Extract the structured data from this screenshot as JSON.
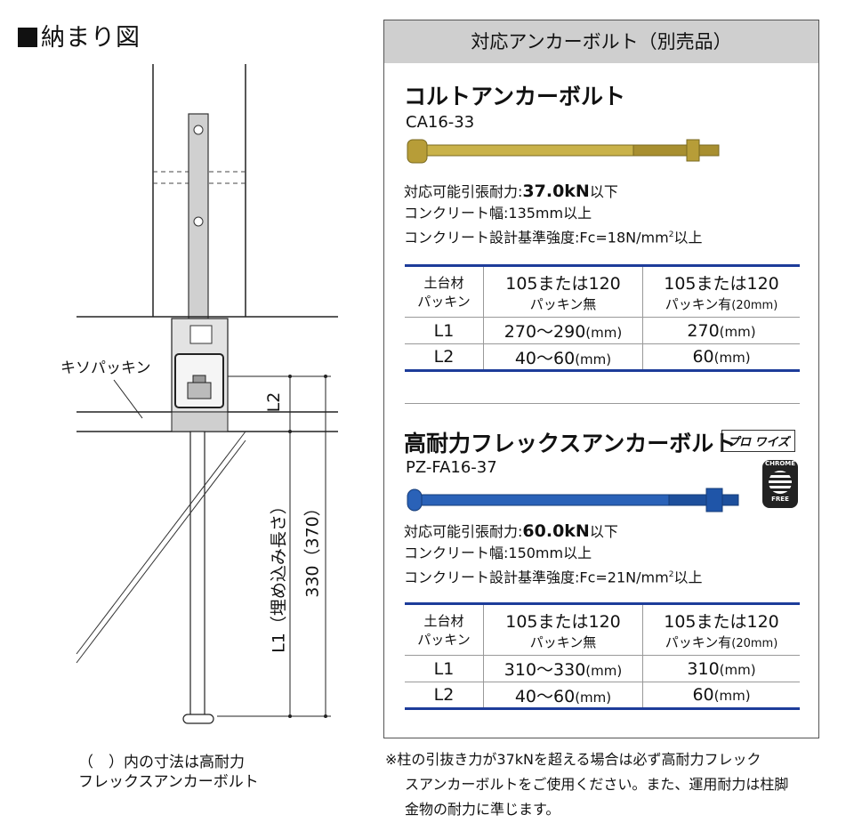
{
  "figure": {
    "title": "納まり図",
    "labels": {
      "packing": "キソパッキン",
      "l2": "L2",
      "l1": "L1（埋め込み長さ）",
      "total": "330（370）"
    },
    "note_line1": "（　）内の寸法は高耐力",
    "note_line2": "フレックスアンカーボルト"
  },
  "panel": {
    "header": "対応アンカーボルト（別売品）",
    "products": [
      {
        "name": "コルトアンカーボルト",
        "code": "CA16-33",
        "bolt_color": "#c9b24a",
        "strength_label": "対応可能引張耐力:",
        "strength_value": "37.0kN",
        "strength_suffix": "以下",
        "width_spec": "コンクリート幅:135mm以上",
        "design_prefix": "コンクリート設計基準強度:Fc=18N/mm",
        "design_sup": "2",
        "design_suffix": "以上",
        "table": {
          "head_c1_l1": "土台材",
          "head_c1_l2": "パッキン",
          "head_c2_l1": "105または120",
          "head_c2_l2": "パッキン無",
          "head_c3_l1": "105または120",
          "head_c3_l2": "パッキン有",
          "head_c3_l2_small": "(20mm)",
          "rows": [
            {
              "label": "L1",
              "c2": "270〜290",
              "c2_unit": "(mm)",
              "c3": "270",
              "c3_unit": "(mm)"
            },
            {
              "label": "L2",
              "c2": "40〜60",
              "c2_unit": "(mm)",
              "c3": "60",
              "c3_unit": "(mm)"
            }
          ]
        }
      },
      {
        "name": "高耐力フレックスアンカーボルト",
        "code": "PZ-FA16-37",
        "badge": "プロ ワイズ",
        "chrome_top": "CHROME",
        "chrome_bottom": "FREE",
        "bolt_color": "#2a62b8",
        "strength_label": "対応可能引張耐力:",
        "strength_value": "60.0kN",
        "strength_suffix": "以下",
        "width_spec": "コンクリート幅:150mm以上",
        "design_prefix": "コンクリート設計基準強度:Fc=21N/mm",
        "design_sup": "2",
        "design_suffix": "以上",
        "table": {
          "head_c1_l1": "土台材",
          "head_c1_l2": "パッキン",
          "head_c2_l1": "105または120",
          "head_c2_l2": "パッキン無",
          "head_c3_l1": "105または120",
          "head_c3_l2": "パッキン有",
          "head_c3_l2_small": "(20mm)",
          "rows": [
            {
              "label": "L1",
              "c2": "310〜330",
              "c2_unit": "(mm)",
              "c3": "310",
              "c3_unit": "(mm)"
            },
            {
              "label": "L2",
              "c2": "40〜60",
              "c2_unit": "(mm)",
              "c3": "60",
              "c3_unit": "(mm)"
            }
          ]
        }
      }
    ]
  },
  "footnote": {
    "line1": "※柱の引抜き力が37kNを超える場合は必ず高耐力フレック",
    "line2": "スアンカーボルトをご使用ください。また、運用耐力は柱脚",
    "line3": "金物の耐力に準じます。"
  }
}
